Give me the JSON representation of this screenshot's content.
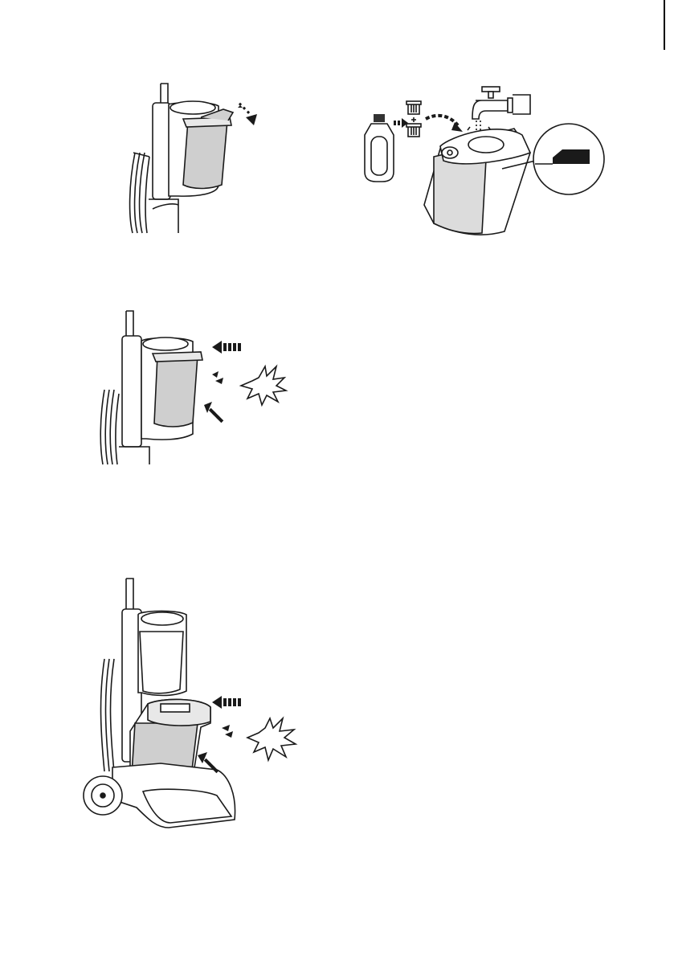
{
  "page": {
    "kind": "instruction-illustrations",
    "figures": [
      {
        "id": "remove-clean-water-tank",
        "icon": "arrow-outward-icon"
      },
      {
        "id": "fill-clean-water-tank",
        "icon": "faucet-icon"
      },
      {
        "id": "reinsert-clean-water-tank",
        "icon": "click-burst-icon"
      },
      {
        "id": "reinsert-dirty-water-tank",
        "icon": "click-burst-icon"
      }
    ],
    "colors": {
      "line": "#1a1a1a",
      "tank_fill": "#cfcfcf",
      "body_fill": "#ffffff"
    }
  }
}
